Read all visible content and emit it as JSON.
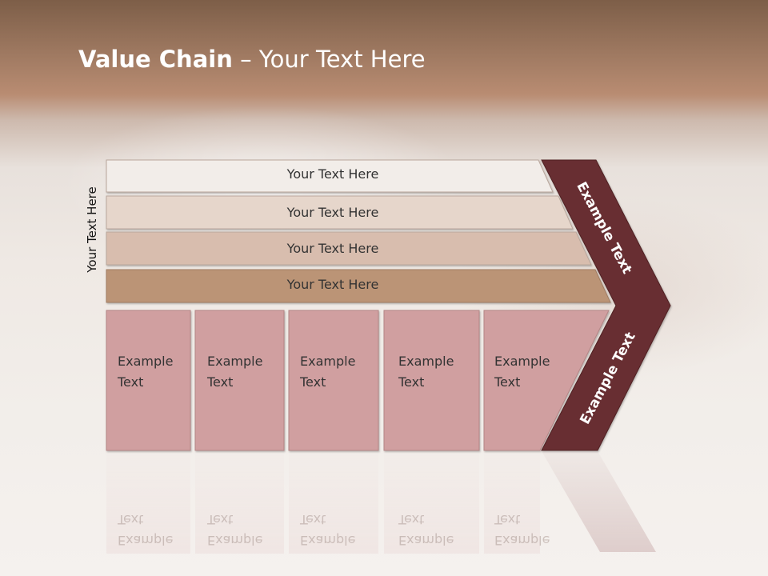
{
  "title": {
    "bold": "Value Chain",
    "rest": " – Your Text Here"
  },
  "side_label": "Your Text Here",
  "bars": [
    {
      "label": "Your Text Here",
      "color": "#f2ede9"
    },
    {
      "label": "Your Text Here",
      "color": "#e6d6cb"
    },
    {
      "label": "Your Text Here",
      "color": "#d8bdae"
    },
    {
      "label": "Your Text Here",
      "color": "#bb9476"
    }
  ],
  "cells": [
    {
      "line1": "Example",
      "line2": "Text"
    },
    {
      "line1": "Example",
      "line2": "Text"
    },
    {
      "line1": "Example",
      "line2": "Text"
    },
    {
      "line1": "Example",
      "line2": "Text"
    },
    {
      "line1": "Example",
      "line2": "Text"
    }
  ],
  "cell_color": "#d09fa0",
  "chevron_color": "#682f32",
  "chevron_labels": {
    "upper": "Example Text",
    "lower": "Example Text"
  }
}
